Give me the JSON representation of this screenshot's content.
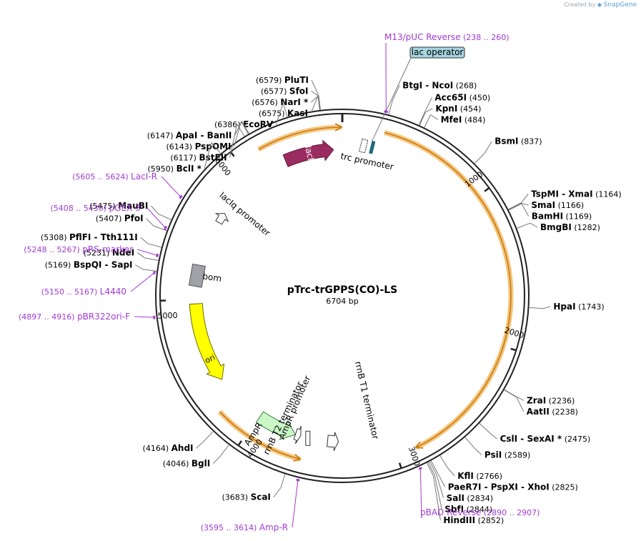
{
  "credit": {
    "prefix": "Created by",
    "brand": "SnapGene"
  },
  "colors": {
    "primer": "#a23ad1",
    "orfHalo": "#f6c57a",
    "orfStroke": "#c87a12",
    "lacI": "#9b2c62",
    "ori": "#ffff00",
    "ampR": "#c9f7c6",
    "bom": "#a0a2a8",
    "trcBox": "#1e6a7a",
    "labelBlack": "#000000",
    "tick": "#777777"
  },
  "plasmid": {
    "name": "pTrc-trGPPS(CO)-LS",
    "size_label": "6704 bp",
    "length": 6704
  },
  "ruler": [
    {
      "bp": 1000,
      "label": "1000"
    },
    {
      "bp": 2000,
      "label": "2000"
    },
    {
      "bp": 3000,
      "label": "3000"
    },
    {
      "bp": 4000,
      "label": "4000"
    },
    {
      "bp": 5000,
      "label": "5000"
    },
    {
      "bp": 6000,
      "label": "6000"
    }
  ],
  "enzyme_groups": [
    {
      "bp": 6579,
      "side": "left",
      "labels": [
        {
          "name": "PluTI",
          "pos": "(6579)"
        }
      ]
    },
    {
      "bp": 6577,
      "side": "left",
      "labels": [
        {
          "name": "SfoI",
          "pos": "(6577)"
        }
      ]
    },
    {
      "bp": 6576,
      "side": "left",
      "labels": [
        {
          "name": "NarI *",
          "pos": "(6576)"
        }
      ]
    },
    {
      "bp": 6575,
      "side": "left",
      "labels": [
        {
          "name": "KasI",
          "pos": "(6575)"
        }
      ]
    },
    {
      "bp": 6386,
      "side": "left",
      "labels": [
        {
          "name": "EcoRV",
          "pos": "(6386)"
        }
      ]
    },
    {
      "bp": 6147,
      "side": "left",
      "labels": [
        {
          "name": "ApaI",
          "pos": "(6147)"
        },
        {
          "name": "BanII",
          "pos": ""
        }
      ]
    },
    {
      "bp": 6143,
      "side": "left",
      "labels": [
        {
          "name": "PspOMI",
          "pos": "(6143)"
        }
      ]
    },
    {
      "bp": 6117,
      "side": "left",
      "labels": [
        {
          "name": "BstEII",
          "pos": "(6117)"
        }
      ]
    },
    {
      "bp": 5950,
      "side": "left",
      "labels": [
        {
          "name": "BclI *",
          "pos": "(5950)"
        }
      ]
    },
    {
      "bp": 5475,
      "side": "left",
      "labels": [
        {
          "name": "MauBI",
          "pos": "(5475)"
        }
      ]
    },
    {
      "bp": 5407,
      "side": "left",
      "labels": [
        {
          "name": "PfoI",
          "pos": "(5407)"
        }
      ]
    },
    {
      "bp": 5308,
      "side": "left",
      "labels": [
        {
          "name": "PflFI",
          "pos": "(5308)"
        },
        {
          "name": "Tth111I",
          "pos": ""
        }
      ]
    },
    {
      "bp": 5231,
      "side": "left",
      "labels": [
        {
          "name": "NdeI",
          "pos": "(5231)"
        }
      ]
    },
    {
      "bp": 5169,
      "side": "left",
      "labels": [
        {
          "name": "BspQI",
          "pos": "(5169)"
        },
        {
          "name": "SapI",
          "pos": ""
        }
      ]
    },
    {
      "bp": 4164,
      "side": "left",
      "labels": [
        {
          "name": "AhdI",
          "pos": "(4164)"
        }
      ]
    },
    {
      "bp": 4046,
      "side": "left",
      "labels": [
        {
          "name": "BglI",
          "pos": "(4046)"
        }
      ]
    },
    {
      "bp": 3683,
      "side": "left",
      "labels": [
        {
          "name": "ScaI",
          "pos": "(3683)"
        }
      ]
    },
    {
      "bp": 268,
      "side": "right",
      "labels": [
        {
          "name": "BtgI",
          "pos": ""
        },
        {
          "name": "NcoI",
          "pos": "(268)"
        }
      ]
    },
    {
      "bp": 450,
      "side": "right",
      "labels": [
        {
          "name": "Acc65I",
          "pos": "(450)"
        }
      ]
    },
    {
      "bp": 454,
      "side": "right",
      "labels": [
        {
          "name": "KpnI",
          "pos": "(454)"
        }
      ]
    },
    {
      "bp": 484,
      "side": "right",
      "labels": [
        {
          "name": "MfeI",
          "pos": "(484)"
        }
      ]
    },
    {
      "bp": 837,
      "side": "right",
      "labels": [
        {
          "name": "BsmI",
          "pos": "(837)"
        }
      ]
    },
    {
      "bp": 1164,
      "side": "right",
      "labels": [
        {
          "name": "TspMI",
          "pos": ""
        },
        {
          "name": "XmaI",
          "pos": "(1164)"
        }
      ]
    },
    {
      "bp": 1166,
      "side": "right",
      "labels": [
        {
          "name": "SmaI",
          "pos": "(1166)"
        }
      ]
    },
    {
      "bp": 1169,
      "side": "right",
      "labels": [
        {
          "name": "BamHI",
          "pos": "(1169)"
        }
      ]
    },
    {
      "bp": 1282,
      "side": "right",
      "labels": [
        {
          "name": "BmgBI",
          "pos": "(1282)"
        }
      ]
    },
    {
      "bp": 1743,
      "side": "right",
      "labels": [
        {
          "name": "HpaI",
          "pos": "(1743)"
        }
      ]
    },
    {
      "bp": 2236,
      "side": "right",
      "labels": [
        {
          "name": "ZraI",
          "pos": "(2236)"
        }
      ]
    },
    {
      "bp": 2238,
      "side": "right",
      "labels": [
        {
          "name": "AatII",
          "pos": "(2238)"
        }
      ]
    },
    {
      "bp": 2475,
      "side": "right",
      "labels": [
        {
          "name": "CslI",
          "pos": ""
        },
        {
          "name": "SexAI *",
          "pos": "(2475)"
        }
      ]
    },
    {
      "bp": 2589,
      "side": "right",
      "labels": [
        {
          "name": "PsiI",
          "pos": "(2589)"
        }
      ]
    },
    {
      "bp": 2766,
      "side": "right",
      "labels": [
        {
          "name": "KflI",
          "pos": "(2766)"
        }
      ]
    },
    {
      "bp": 2825,
      "side": "right",
      "labels": [
        {
          "name": "PaeR7I",
          "pos": ""
        },
        {
          "name": "PspXI",
          "pos": ""
        },
        {
          "name": "XhoI",
          "pos": "(2825)"
        }
      ]
    },
    {
      "bp": 2834,
      "side": "right",
      "labels": [
        {
          "name": "SalI",
          "pos": "(2834)"
        }
      ]
    },
    {
      "bp": 2844,
      "side": "right",
      "labels": [
        {
          "name": "SbfI",
          "pos": "(2844)"
        }
      ]
    },
    {
      "bp": 2852,
      "side": "right",
      "labels": [
        {
          "name": "HindIII",
          "pos": "(2852)"
        }
      ]
    }
  ],
  "primers": [
    {
      "name": "M13/pUC Reverse",
      "range": "(238 .. 260)",
      "start": 238,
      "end": 260
    },
    {
      "name": "LacI-R",
      "range": "(5605 .. 5624)",
      "start": 5605,
      "end": 5624
    },
    {
      "name": "pGEX 3'",
      "range": "(5408 .. 5430)",
      "start": 5408,
      "end": 5430
    },
    {
      "name": "pRS-marker",
      "range": "(5248 .. 5267)",
      "start": 5248,
      "end": 5267
    },
    {
      "name": "L4440",
      "range": "(5150 .. 5167)",
      "start": 5150,
      "end": 5167
    },
    {
      "name": "pBR322ori-F",
      "range": "(4897 .. 4916)",
      "start": 4897,
      "end": 4916
    },
    {
      "name": "pBAD Reverse",
      "range": "(2890 .. 2907)",
      "start": 2890,
      "end": 2907
    },
    {
      "name": "Amp-R",
      "range": "(3595 .. 3614)",
      "start": 3595,
      "end": 3614
    }
  ],
  "features": [
    {
      "name": "lacI",
      "type": "cds",
      "start": 6280,
      "end": 6640,
      "strand": "+"
    },
    {
      "name": "lacIq promoter",
      "type": "promoter",
      "start": 5600,
      "end": 5680
    },
    {
      "name": "bom",
      "type": "misc",
      "start": 5120,
      "end": 5260
    },
    {
      "name": "ori",
      "type": "origin",
      "start": 4380,
      "end": 4970,
      "strand": "-"
    },
    {
      "name": "AmpR",
      "type": "cds",
      "start": 3700,
      "end": 3990,
      "strand": "-"
    },
    {
      "name": "AmpR promoter",
      "type": "promoter",
      "start": 3660,
      "end": 3700
    },
    {
      "name": "rrnB T2 terminator",
      "type": "terminator",
      "start": 3590,
      "end": 3620
    },
    {
      "name": "rrnB T1 terminator",
      "type": "terminator",
      "start": 3380,
      "end": 3460
    },
    {
      "name": "trc promoter",
      "type": "promoter",
      "start": 130,
      "end": 180
    },
    {
      "name": "lac operator",
      "type": "operator",
      "start": 200,
      "end": 225
    }
  ],
  "orfs": [
    {
      "start": 6150,
      "end": 6700,
      "strand": "+"
    },
    {
      "start": 270,
      "end": 2870,
      "strand": "+"
    },
    {
      "start": 3620,
      "end": 4220,
      "strand": "-"
    }
  ]
}
